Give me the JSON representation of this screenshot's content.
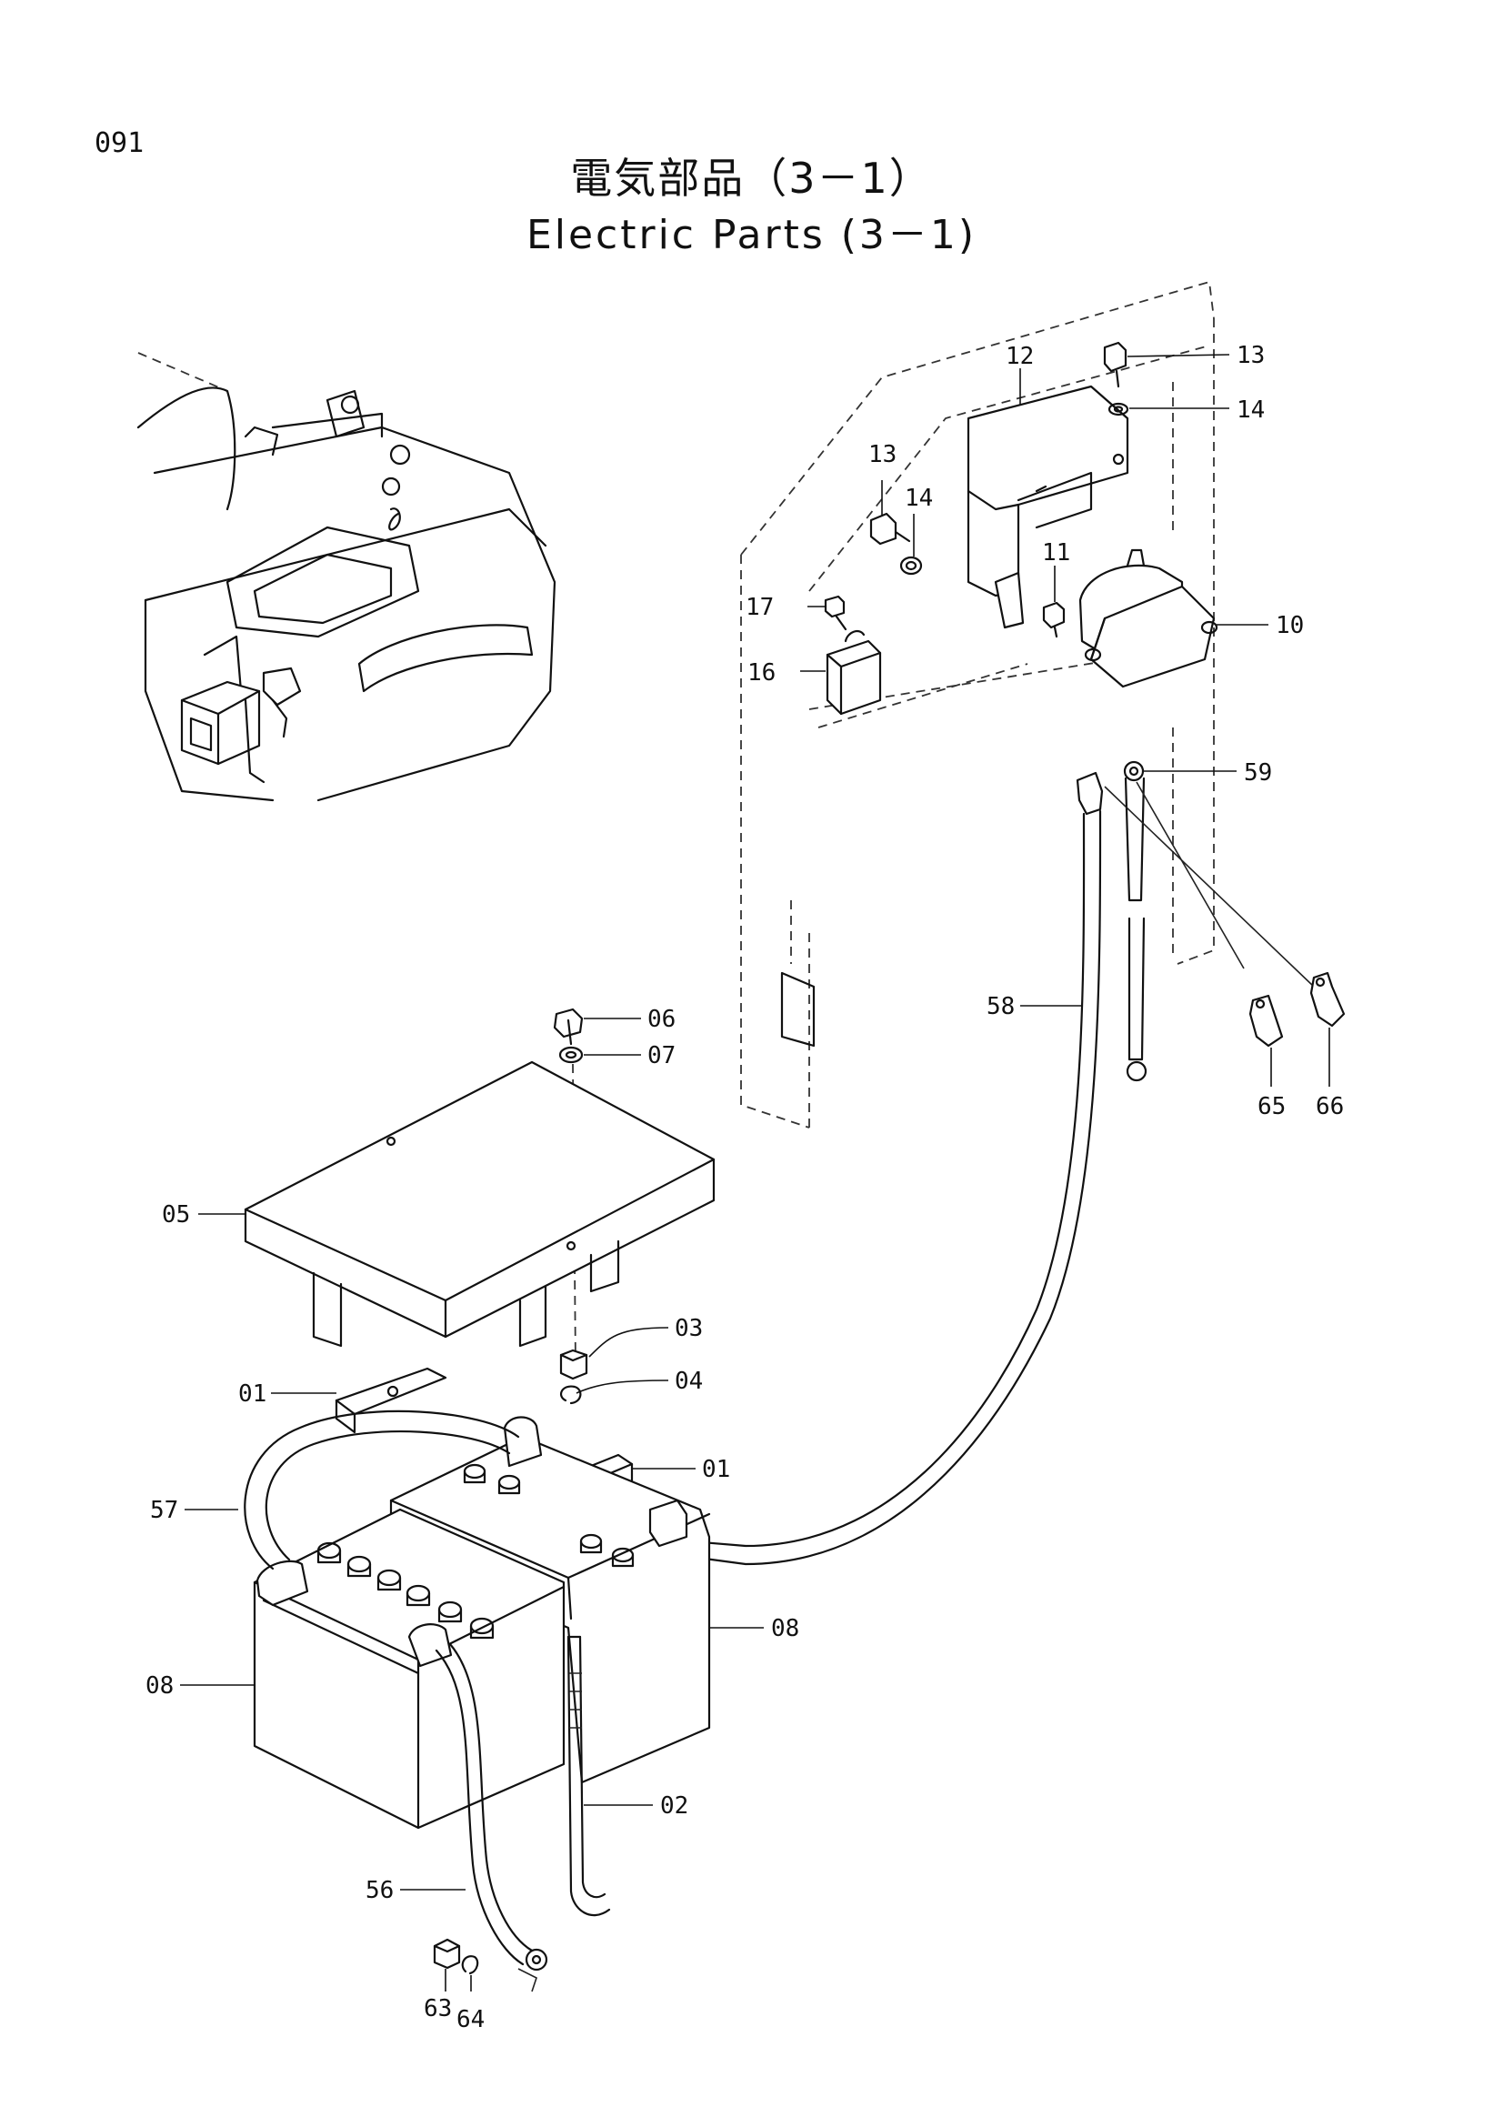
{
  "page_number": "091",
  "title_jp": "電気部品（3－1）",
  "title_en": "Electric Parts (3－1)",
  "part_labels": [
    {
      "id": "lbl-13a",
      "text": "13"
    },
    {
      "id": "lbl-12",
      "text": "12"
    },
    {
      "id": "lbl-14a",
      "text": "14"
    },
    {
      "id": "lbl-13b",
      "text": "13"
    },
    {
      "id": "lbl-14b",
      "text": "14"
    },
    {
      "id": "lbl-11",
      "text": "11"
    },
    {
      "id": "lbl-17",
      "text": "17"
    },
    {
      "id": "lbl-10",
      "text": "10"
    },
    {
      "id": "lbl-16",
      "text": "16"
    },
    {
      "id": "lbl-59",
      "text": "59"
    },
    {
      "id": "lbl-58",
      "text": "58"
    },
    {
      "id": "lbl-65",
      "text": "65"
    },
    {
      "id": "lbl-66",
      "text": "66"
    },
    {
      "id": "lbl-06",
      "text": "06"
    },
    {
      "id": "lbl-07",
      "text": "07"
    },
    {
      "id": "lbl-05",
      "text": "05"
    },
    {
      "id": "lbl-03",
      "text": "03"
    },
    {
      "id": "lbl-04",
      "text": "04"
    },
    {
      "id": "lbl-01a",
      "text": "01"
    },
    {
      "id": "lbl-01b",
      "text": "01"
    },
    {
      "id": "lbl-57",
      "text": "57"
    },
    {
      "id": "lbl-08a",
      "text": "08"
    },
    {
      "id": "lbl-08b",
      "text": "08"
    },
    {
      "id": "lbl-02",
      "text": "02"
    },
    {
      "id": "lbl-56",
      "text": "56"
    },
    {
      "id": "lbl-63",
      "text": "63"
    },
    {
      "id": "lbl-64",
      "text": "64"
    }
  ]
}
